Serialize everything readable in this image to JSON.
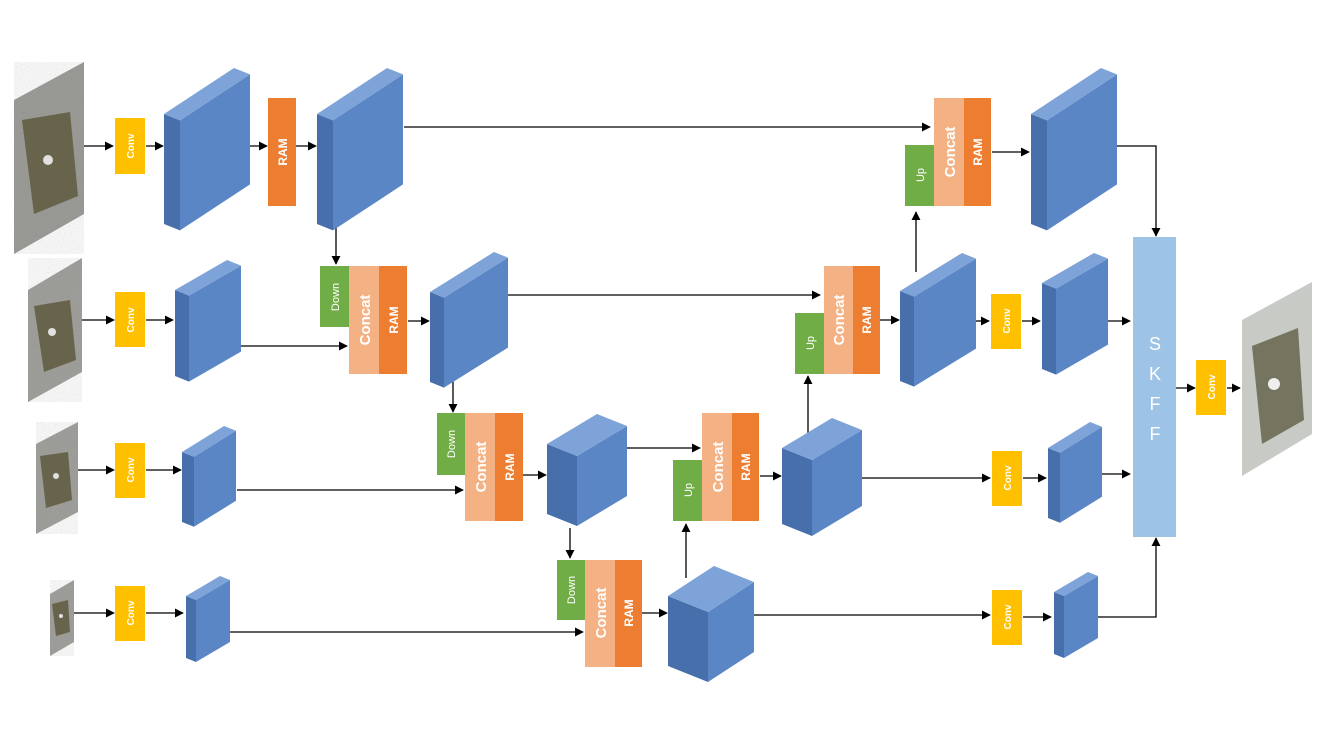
{
  "labels": {
    "conv": "Conv",
    "ram": "RAM",
    "concat": "Concat",
    "down": "Down",
    "up": "Up",
    "skff": [
      "S",
      "K",
      "F",
      "F"
    ]
  },
  "colors": {
    "conv_fill": "#FFC000",
    "ram_fill": "#ED7D31",
    "concat_fill": "#F4B183",
    "updown_fill": "#70AD47",
    "cube_front": "#5B86C5",
    "cube_top": "#7EA3D8",
    "cube_side": "#476FAB",
    "skff_fill": "#9DC3E6",
    "arrow": "#000000",
    "conv_text": "#ffffff"
  }
}
